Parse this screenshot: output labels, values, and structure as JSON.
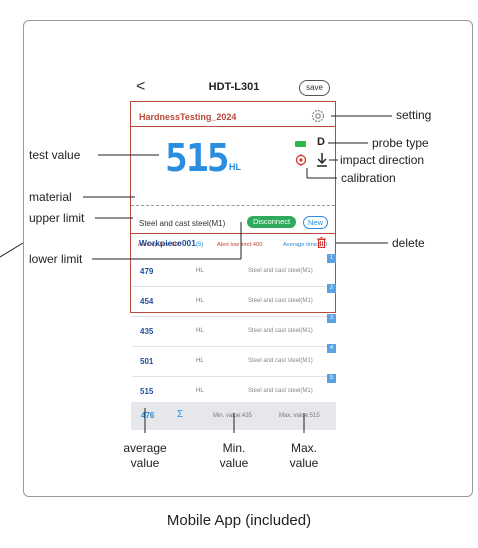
{
  "app": {
    "back_symbol": "<",
    "title": "HDT-L301",
    "save_label": "save",
    "test_name": "HardnessTesting_2024",
    "test_value": "515",
    "unit": "HL",
    "probe_type": "D",
    "material": "Steel and cast steel(M1)",
    "disconnect_label": "Disconnect",
    "new_label": "New",
    "alert_up": "Alert up limit:600",
    "alert_low": "Alert low limit:400",
    "average_time": "Average time:5-0",
    "workpiece": "Workpiece001",
    "workpiece_count": "(5)",
    "rows": [
      {
        "value": "479",
        "unit": "HL",
        "material": "Steel and cast steel(M1)",
        "index": "1"
      },
      {
        "value": "454",
        "unit": "HL",
        "material": "Steel and cast steel(M1)",
        "index": "2"
      },
      {
        "value": "435",
        "unit": "HL",
        "material": "Steel and cast steel(M1)",
        "index": "3"
      },
      {
        "value": "501",
        "unit": "HL",
        "material": "Steel and cast steel(M1)",
        "index": "4"
      },
      {
        "value": "515",
        "unit": "HL",
        "material": "Steel and cast steel(M1)",
        "index": "5"
      }
    ],
    "footer": {
      "average": "476",
      "sigma": "Σ",
      "min": "Min. value:435",
      "max": "Max. value:515"
    },
    "colors": {
      "accent_blue": "#2a8de0",
      "alert_red": "#b74a3a",
      "connect_green": "#2eaa5c"
    }
  },
  "annotations": {
    "setting": "setting",
    "probe_type": "probe type",
    "impact_direction": "impact direction",
    "calibration": "calibration",
    "test_value": "test value",
    "material": "material",
    "upper_limit": "upper limit",
    "lower_limit": "lower limit",
    "delete": "delete",
    "average_value": "average\nvalue",
    "min_value": "Min.\nvalue",
    "max_value": "Max.\nvalue"
  },
  "caption": "Mobile App (included)"
}
